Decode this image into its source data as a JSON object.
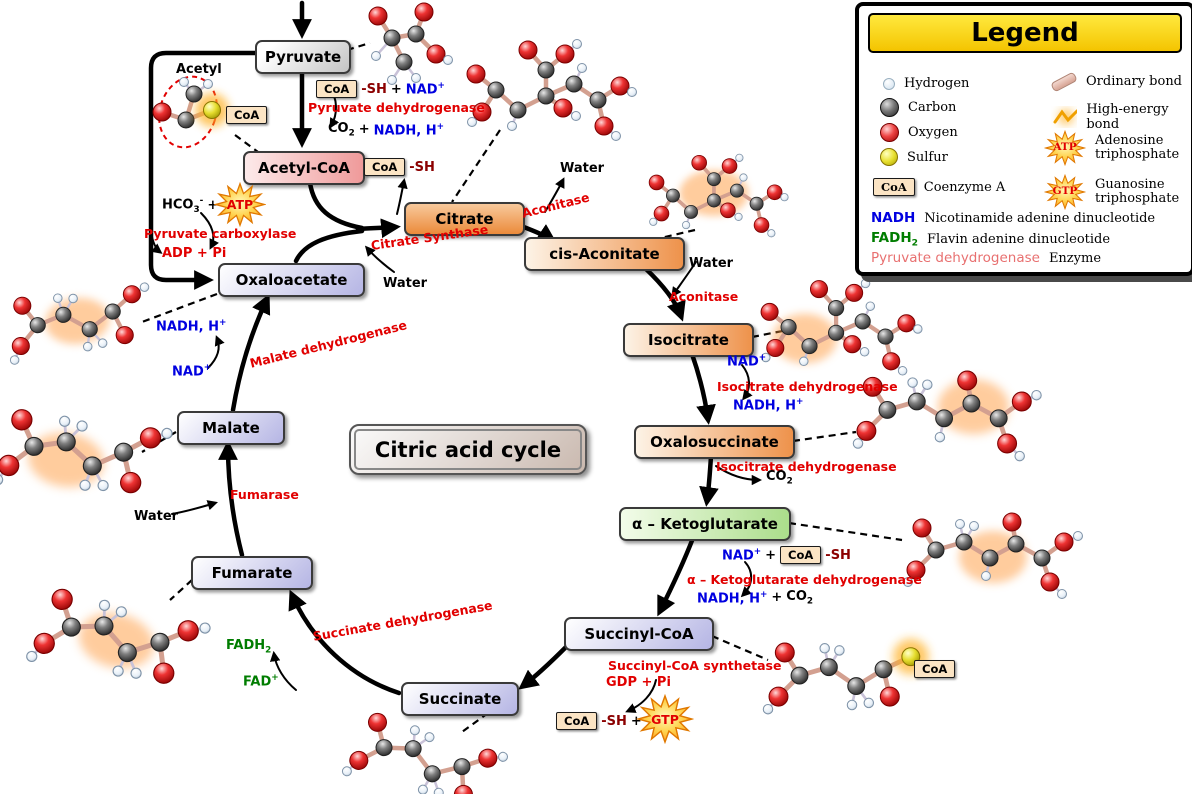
{
  "diagram_title": "Citric acid cycle",
  "metabolites": {
    "pyruvate": "Pyruvate",
    "acetyl_coa": "Acetyl-CoA",
    "oxaloacetate": "Oxaloacetate",
    "citrate": "Citrate",
    "cis_aconitate": "cis-Aconitate",
    "isocitrate": "Isocitrate",
    "oxalosuccinate": "Oxalosuccinate",
    "alpha_ketoglutarate": "α – Ketoglutarate",
    "succinyl_coa": "Succinyl-CoA",
    "succinate": "Succinate",
    "fumarate": "Fumarate",
    "malate": "Malate"
  },
  "enzymes": {
    "pyruvate_dehydrogenase": "Pyruvate dehydrogenase",
    "pyruvate_carboxylase": "Pyruvate carboxylase",
    "citrate_synthase": "Citrate Synthase",
    "aconitase_1": "Aconitase",
    "aconitase_2": "Aconitase",
    "isocitrate_dehydrogenase_1": "Isocitrate dehydrogenase",
    "isocitrate_dehydrogenase_2": "Isocitrate dehydrogenase",
    "alpha_ketoglutarate_dehydrogenase": "α – Ketoglutarate dehydrogenase",
    "succinyl_coa_synthetase": "Succinyl-CoA synthetase",
    "succinate_dehydrogenase": "Succinate dehydrogenase",
    "fumarase": "Fumarase",
    "malate_dehydrogenase": "Malate dehydrogenase"
  },
  "cofactors": {
    "coa": "CoA",
    "sh": "-SH",
    "plus": "+",
    "nad": "NAD",
    "sup_plus": "+",
    "sup_minus": "-",
    "nadh_h": "NADH, H",
    "co2": "CO",
    "sub_2": "2",
    "sub_3": "3",
    "hco3": "HCO",
    "water": "Water",
    "acetyl": "Acetyl",
    "atp": "ATP",
    "gtp": "GTP",
    "adp_pi": "ADP + Pi",
    "gdp_pi": "GDP + Pi",
    "fad": "FAD",
    "fadh": "FADH"
  },
  "legend": {
    "title": "Legend",
    "hydrogen": "Hydrogen",
    "carbon": "Carbon",
    "oxygen": "Oxygen",
    "sulfur": "Sulfur",
    "coa": "CoA",
    "coenzyme_a": "Coenzyme A",
    "ordinary_bond": "Ordinary bond",
    "high_energy_bond": "High-energy bond",
    "atp": "ATP",
    "adenosine_triphosphate": "Adenosine triphosphate",
    "gtp": "GTP",
    "guanosine_triphosphate": "Guanosine triphosphate",
    "nadh": "NADH",
    "nadh_desc": "Nicotinamide adenine dinucleotide",
    "fadh": "FADH",
    "fadh_sub": "2",
    "fadh_desc": "Flavin adenine dinucleotide",
    "enzyme_example": "Pyruvate dehydrogenase",
    "enzyme_desc": "Enzyme"
  },
  "colors": {
    "enzyme_red": "#e10000",
    "cofactor_blue": "#0000e0",
    "fad_green": "#007d00",
    "sh_maroon": "#8b0000",
    "burst_orange": "#ff9a1f",
    "legend_yellow": "#ffd700"
  }
}
